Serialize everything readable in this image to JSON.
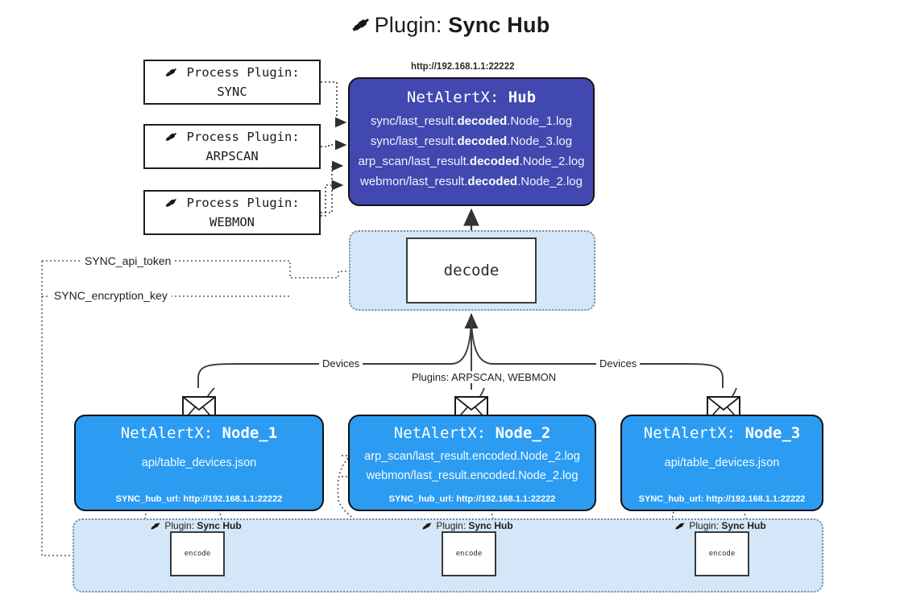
{
  "title": {
    "icon": "plug-icon",
    "prefix": "Plugin: ",
    "name": "Sync Hub"
  },
  "process_plugins": [
    {
      "icon": "plug-icon",
      "line1": "Process Plugin:",
      "line2": "SYNC"
    },
    {
      "icon": "plug-icon",
      "line1": "Process Plugin:",
      "line2": "ARPSCAN"
    },
    {
      "icon": "plug-icon",
      "line1": "Process Plugin:",
      "line2": "WEBMON"
    }
  ],
  "hub": {
    "url_label": "http://192.168.1.1:22222",
    "title_prefix": "NetAlertX: ",
    "title_name": "Hub",
    "color": "#4149b0",
    "logs": [
      {
        "pre": "sync/last_result.",
        "mid": "decoded",
        "post": ".Node_1.log"
      },
      {
        "pre": "sync/last_result.",
        "mid": "decoded",
        "post": ".Node_3.log"
      },
      {
        "pre": "arp_scan/last_result.",
        "mid": "decoded",
        "post": ".Node_2.log"
      },
      {
        "pre": "webmon/last_result.",
        "mid": "decoded",
        "post": ".Node_2.log"
      }
    ]
  },
  "decode": {
    "label": "decode",
    "panel_color": "#d4e7f9"
  },
  "secrets": [
    {
      "label": "SYNC_api_token"
    },
    {
      "label": "SYNC_encryption_key"
    }
  ],
  "edge_labels": {
    "devices_left": "Devices",
    "devices_right": "Devices",
    "plugins_center": "Plugins: ARPSCAN, WEBMON"
  },
  "nodes": [
    {
      "icon": "envelope-icon",
      "title_prefix": "NetAlertX: ",
      "title_name": "Node_1",
      "color": "#2c9cf2",
      "lines": [
        "api/table_devices.json"
      ],
      "footer": "SYNC_hub_url: http://192.168.1.1:22222"
    },
    {
      "icon": "envelope-icon",
      "title_prefix": "NetAlertX: ",
      "title_name": "Node_2",
      "color": "#2c9cf2",
      "lines": [
        "arp_scan/last_result.encoded.Node_2.log",
        "webmon/last_result.encoded.Node_2.log"
      ],
      "footer": "SYNC_hub_url: http://192.168.1.1:22222"
    },
    {
      "icon": "envelope-icon",
      "title_prefix": "NetAlertX: ",
      "title_name": "Node_3",
      "color": "#2c9cf2",
      "lines": [
        "api/table_devices.json"
      ],
      "footer": "SYNC_hub_url: http://192.168.1.1:22222"
    }
  ],
  "encoders": [
    {
      "icon": "plug-icon",
      "tag_prefix": "Plugin: ",
      "tag_name": "Sync Hub",
      "label": "encode"
    },
    {
      "icon": "plug-icon",
      "tag_prefix": "Plugin: ",
      "tag_name": "Sync Hub",
      "label": "encode"
    },
    {
      "icon": "plug-icon",
      "tag_prefix": "Plugin: ",
      "tag_name": "Sync Hub",
      "label": "encode"
    }
  ]
}
